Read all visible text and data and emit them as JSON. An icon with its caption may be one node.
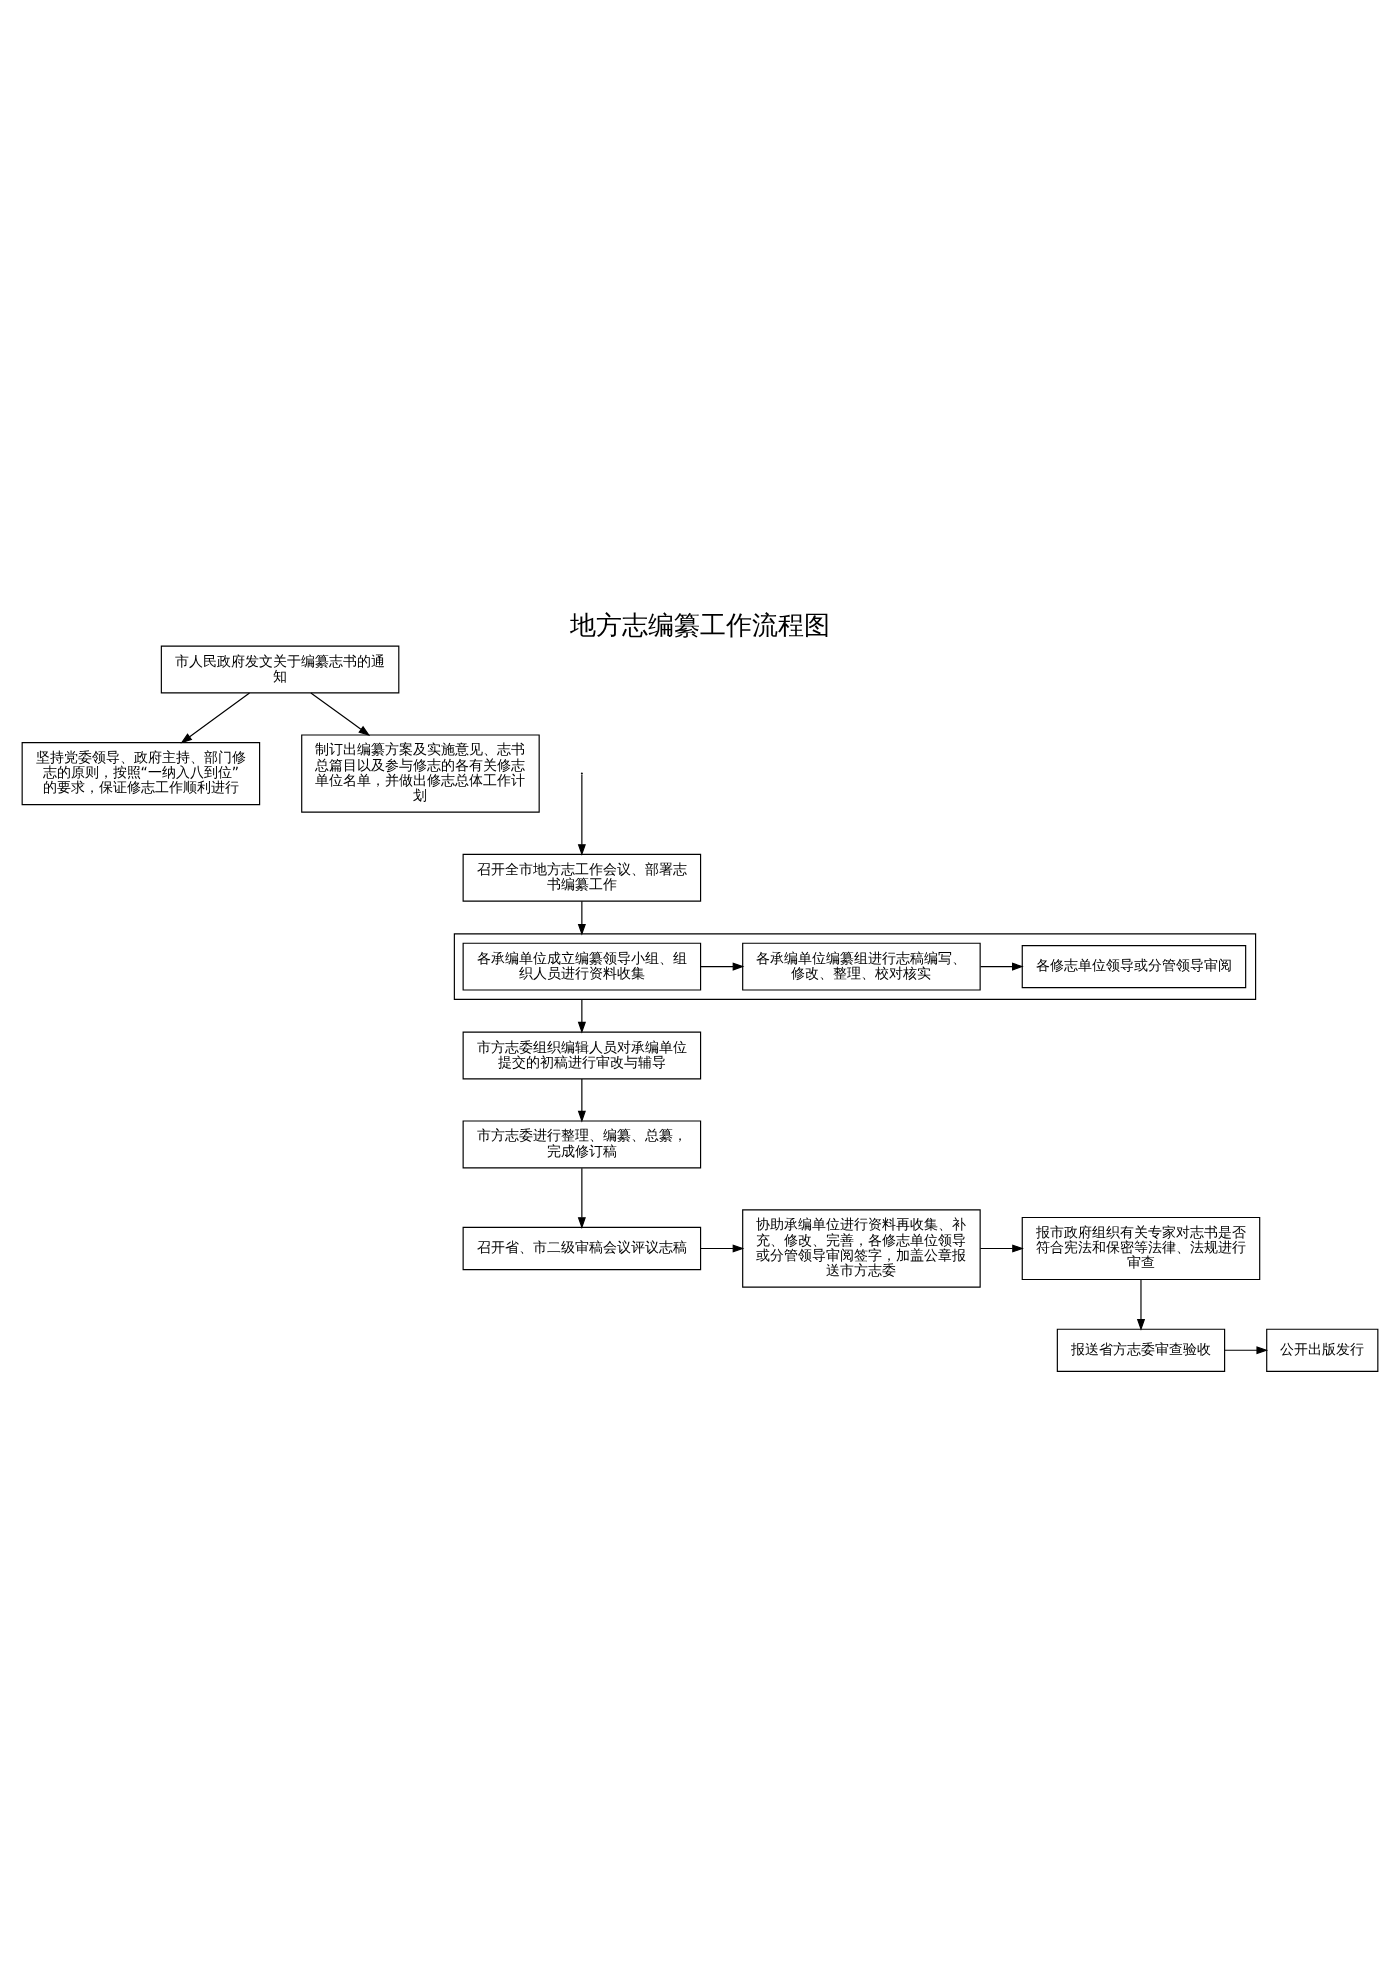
{
  "diagram": {
    "title": "地方志编纂工作流程图",
    "nodes": [
      {
        "text": [
          "市人民政府发文关于编纂志书的通知"
        ]
      },
      {
        "text": [
          "坚持党委领导、政府主持、部门修志的原则，按照“一纳入八到位”的要求，保证修志工作顺利进行"
        ]
      },
      {
        "text": [
          "制订出编纂方案及实施意见、志书总篇目以及参与修志的各有关修志单位名单，并做出修志总体工作计划"
        ]
      },
      {
        "text": [
          "召开全市地方志工作会议、部署志书编纂工作"
        ]
      },
      {
        "text": [],
        "shape": "box"
      },
      {
        "text": [
          "各承编单位成立编纂领导小组、组织人员进行资料收集"
        ],
        "in": 4
      },
      {
        "text": [
          "各承编单位编纂组进行志稿编写、修改、整理、校对核实"
        ],
        "in": 4
      },
      {
        "text": [
          "各修志单位领导或分管领导审阅"
        ],
        "in": 4
      },
      {
        "text": [
          "市方志委组织编辑人员对承编单位提交的初稿进行审改与辅导"
        ]
      },
      {
        "text": [
          "市方志委进行整理、编纂、总纂，完成修订稿"
        ]
      },
      {
        "text": [
          "召开省、市二级审稿会议评议志稿"
        ]
      },
      {
        "text": [
          "协助承编单位进行资料再收集、补充、修改、完善，各修志单位领导或分管领导审阅签字，加盖公章报送市方志委"
        ]
      },
      {
        "text": [
          "报市政府组织有关专家对志书是否符合宪法和保密等法律、法规进行审查"
        ]
      },
      {
        "text": [
          "报送省方志委审查验收"
        ]
      },
      {
        "text": [
          "公开出版发行"
        ]
      }
    ],
    "edges": [
      {
        "from": 0,
        "to": 1,
        "arrow": "to"
      },
      {
        "from": 0,
        "to": 2,
        "arrow": "to"
      },
      {
        "from": null,
        "to": 3,
        "arrow": "to"
      },
      {
        "from": 3,
        "to": 4,
        "arrow": "to"
      },
      {
        "from": 5,
        "to": 6,
        "arrow": "to"
      },
      {
        "from": 6,
        "to": 7,
        "arrow": "to"
      },
      {
        "from": 4,
        "to": 8,
        "arrow": "to"
      },
      {
        "from": 8,
        "to": 9,
        "arrow": "to"
      },
      {
        "from": 9,
        "to": 10,
        "arrow": "to"
      },
      {
        "from": 10,
        "to": 11,
        "arrow": "to"
      },
      {
        "from": 11,
        "to": 12,
        "arrow": "to"
      },
      {
        "from": 12,
        "to": 13,
        "arrow": "to"
      },
      {
        "from": 13,
        "to": 14,
        "arrow": "to"
      }
    ]
  }
}
